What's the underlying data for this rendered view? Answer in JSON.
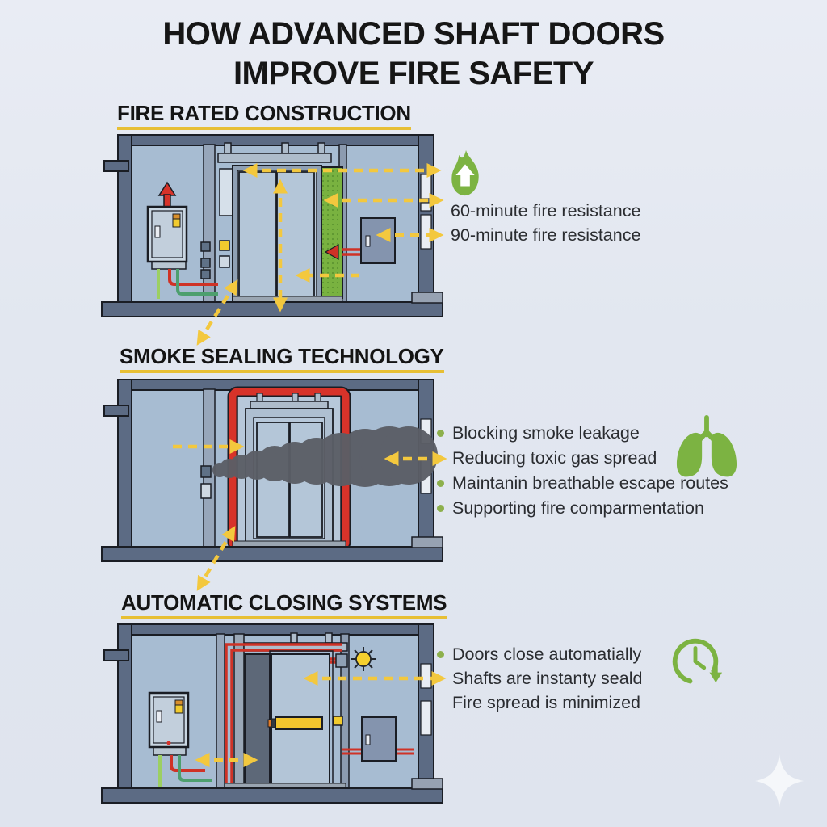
{
  "title": {
    "line1": "HOW ADVANCED SHAFT DOORS",
    "line2": "IMPROVE FIRE SAFETY"
  },
  "sections": [
    {
      "id": "fire-rated-construction",
      "heading": "FIRE RATED CONSTRUCTION",
      "icon": "flame-rising-icon",
      "items": [
        {
          "bullet": "arrow",
          "text": "60-minute fire resistance"
        },
        {
          "bullet": "arrow",
          "text": "90-minute fire resistance"
        }
      ]
    },
    {
      "id": "smoke-sealing-technology",
      "heading": "SMOKE SEALING TECHNOLOGY",
      "icon": "lungs-icon",
      "items": [
        {
          "bullet": "dot",
          "text": "Blocking smoke leakage"
        },
        {
          "bullet": "arrow",
          "text": "Reducing toxic gas spread"
        },
        {
          "bullet": "dot",
          "text": "Maintanin breathable escape routes"
        },
        {
          "bullet": "dot",
          "text": "Supporting fire comparmentation"
        }
      ]
    },
    {
      "id": "automatic-closing-systems",
      "heading": "AUTOMATIC CLOSING SYSTEMS",
      "icon": "clock-auto-close-icon",
      "items": [
        {
          "bullet": "dot",
          "text": "Doors close automatially"
        },
        {
          "bullet": "arrow",
          "text": "Shafts are instanty seald"
        },
        {
          "bullet": "none",
          "text": "Fire spread is minimized"
        }
      ]
    }
  ],
  "colors": {
    "background": "#e2e7f0",
    "accent_yellow": "#f3c83e",
    "heading_underline": "#e7bf34",
    "icon_green": "#7cb342",
    "seal_red": "#d7332a",
    "wall_dark": "#5c6b84",
    "wall_light": "#a7bcd2",
    "smoke_gray": "#5b5e66",
    "text_dark": "#2a2c30"
  }
}
